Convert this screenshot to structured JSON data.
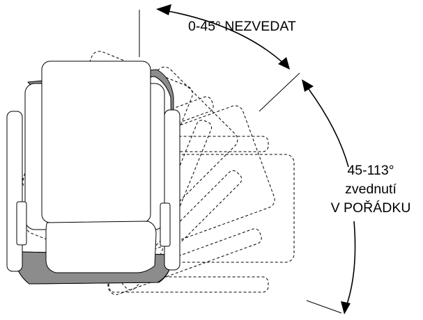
{
  "labels": {
    "no_lift": "0-45° NEZVEDAT",
    "lift_range": "45-113°",
    "lift_word": "zvednutí",
    "lift_ok": "V POŘÁDKU"
  },
  "colors": {
    "line": "#000000",
    "shade": "#8c8c8c",
    "background": "#ffffff"
  }
}
